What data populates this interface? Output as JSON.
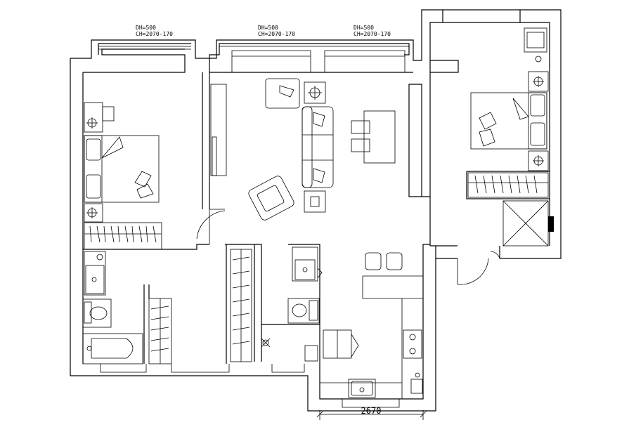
{
  "window_labels": [
    {
      "dh": "DH=500",
      "ch": "CH=2070-170"
    },
    {
      "dh": "DH=500",
      "ch": "CH=2070-170"
    },
    {
      "dh": "DH=500",
      "ch": "CH=2070-170"
    }
  ],
  "dimension": {
    "value": "2670"
  },
  "colors": {
    "line": "#000000",
    "background": "#ffffff"
  }
}
